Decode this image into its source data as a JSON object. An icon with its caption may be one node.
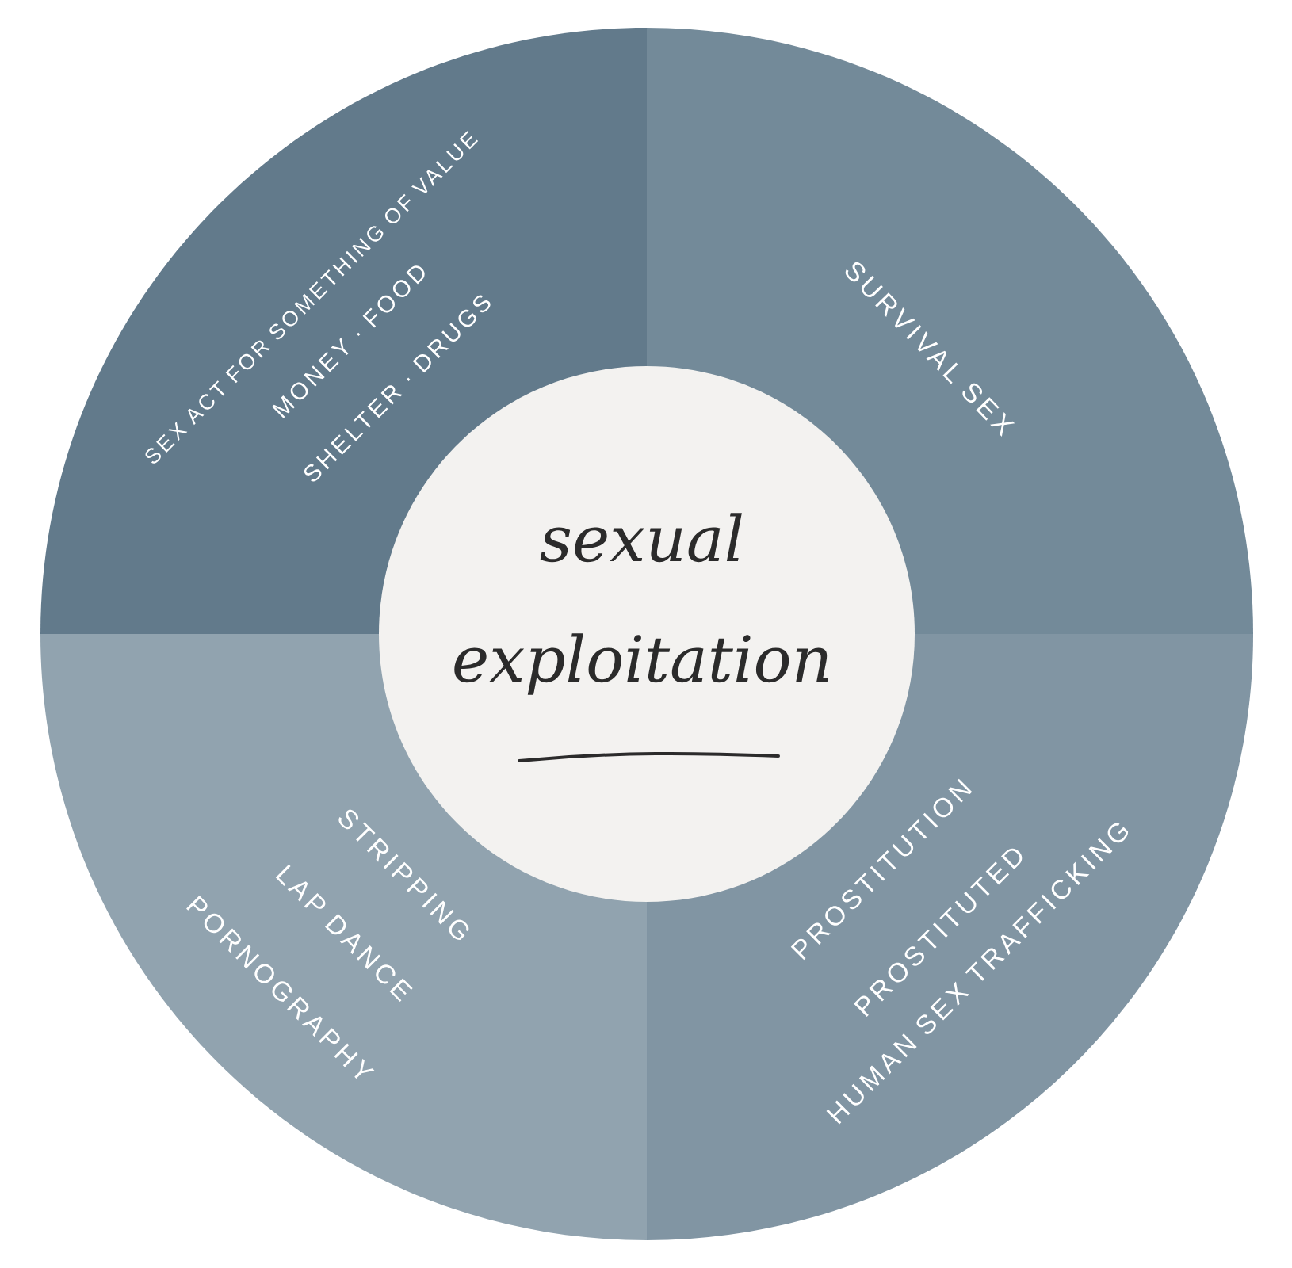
{
  "diagram": {
    "nodes": [
      {
        "text": [
          "SEX ACT FOR SOMETHING OF VALUE",
          "MONEY · FOOD",
          "SHELTER · DRUGS"
        ]
      },
      {
        "text": [
          "SURVIVAL SEX"
        ]
      },
      {
        "text": [
          "PROSTITUTION",
          "PROSTITUTED",
          "HUMAN SEX TRAFFICKING"
        ]
      },
      {
        "text": [
          "STRIPPING",
          "LAP DANCE",
          "PORNOGRAPHY"
        ]
      },
      {
        "text": [
          "sexual exploitation"
        ]
      }
    ]
  }
}
